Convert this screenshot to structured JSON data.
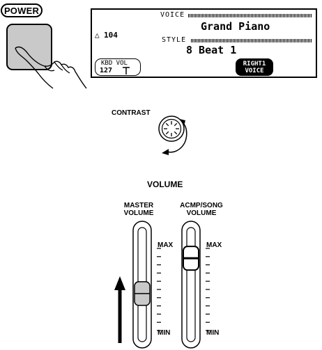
{
  "power": {
    "label": "POWER"
  },
  "lcd": {
    "voice_caption": "VOICE",
    "voice_name": "Grand Piano",
    "style_caption": "STYLE",
    "style_name": "8 Beat 1",
    "tempo": "104",
    "kbd_vol_caption": "KBD VOL",
    "kbd_vol_value": "127",
    "voice_badge_line1": "RIGHT1",
    "voice_badge_line2": "VOICE"
  },
  "contrast": {
    "label": "CONTRAST"
  },
  "volume": {
    "heading": "VOLUME",
    "master_line1": "MASTER",
    "master_line2": "VOLUME",
    "acmp_line1": "ACMP/SONG",
    "acmp_line2": "VOLUME",
    "max_label": "MAX",
    "min_label": "MIN",
    "master_level": 0.45,
    "acmp_level": 0.88
  },
  "colors": {
    "button_fill": "#c9c9c9",
    "ink": "#000000"
  },
  "icons": {
    "hand": "hand-pointer-icon",
    "metronome": "metronome-icon",
    "knob": "contrast-knob-icon",
    "arrow": "up-arrow-icon"
  }
}
